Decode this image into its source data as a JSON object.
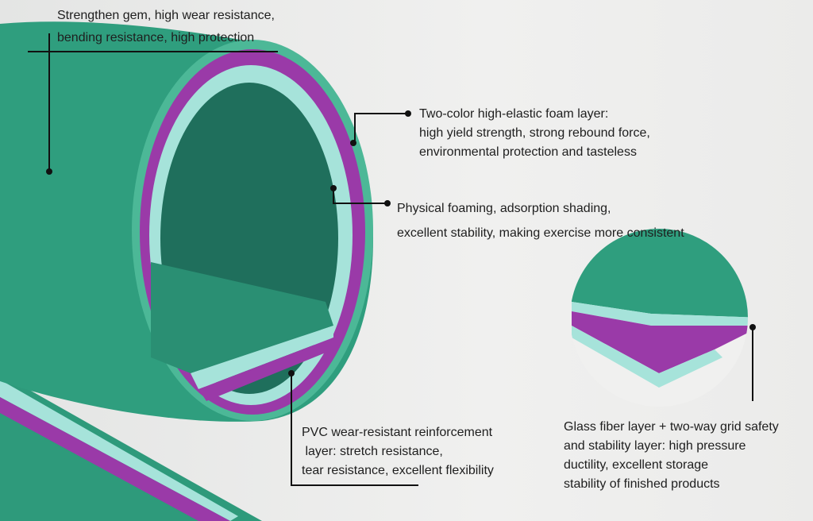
{
  "callouts": {
    "top_layer": {
      "lines": [
        "Strengthen gem, high wear resistance,",
        "bending resistance, high protection"
      ]
    },
    "foam_layer": {
      "lines": [
        "Two-color high-elastic foam layer:",
        "high yield strength, strong rebound force,",
        "environmental protection and tasteless"
      ]
    },
    "physical_foaming": {
      "lines": [
        "Physical foaming, adsorption shading,",
        "excellent stability, making exercise more consistent"
      ]
    },
    "pvc_layer": {
      "lines": [
        "PVC wear-resistant reinforcement",
        " layer: stretch resistance,",
        "tear resistance, excellent flexibility"
      ]
    },
    "glass_fiber": {
      "lines": [
        "Glass fiber layer + two-way grid safety",
        "and stability layer: high pressure",
        "ductility, excellent storage",
        "stability of finished products"
      ]
    }
  },
  "colors": {
    "green": "#2f9e7e",
    "purple": "#9a3aa8",
    "light_cyan": "#a6e3da",
    "dark_teal": "#1f6f5c"
  }
}
